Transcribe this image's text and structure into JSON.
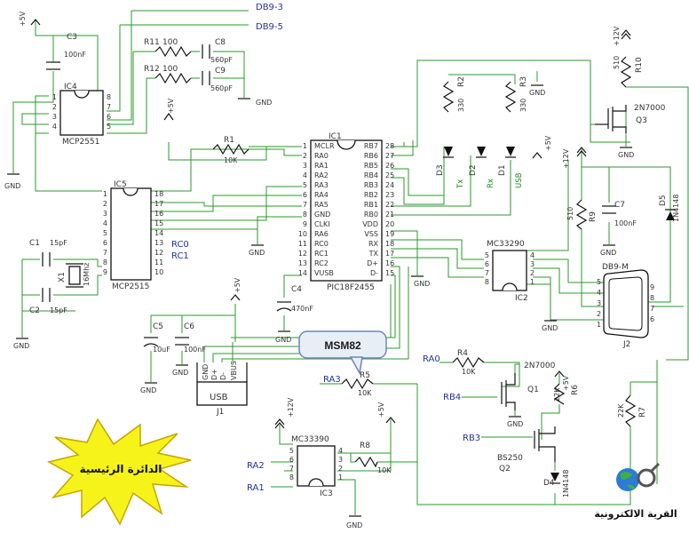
{
  "title_star": "الدائرة الرئيسية",
  "callout": "MSM82",
  "logo_text": "القرية الالكترونية",
  "nets": {
    "db9_3": "DB9-3",
    "db9_5": "DB9-5",
    "rc0": "RC0",
    "rc1": "RC1",
    "ra0": "RA0",
    "ra3": "RA3",
    "rb4": "RB4",
    "rb3": "RB3",
    "ra2": "RA2",
    "ra1": "RA1"
  },
  "power": {
    "p5": "+5V",
    "p12": "+12V",
    "gnd": "GND"
  },
  "ics": {
    "ic1": {
      "ref": "IC1",
      "part": "PIC18F2455",
      "left": [
        "MCLR",
        "RA0",
        "RA1",
        "RA2",
        "RA3",
        "RA4",
        "RA5",
        "GND",
        "CLKI",
        "RA6",
        "RC0",
        "RC1",
        "RC2",
        "VUSB"
      ],
      "right": [
        "RB7",
        "RB6",
        "RB5",
        "RB4",
        "RB3",
        "RB2",
        "RB1",
        "RB0",
        "VDD",
        "VSS",
        "RX",
        "TX",
        "D+",
        "D-"
      ],
      "lnum": [
        "1",
        "2",
        "3",
        "4",
        "5",
        "6",
        "7",
        "8",
        "9",
        "10",
        "11",
        "12",
        "13",
        "14"
      ],
      "rnum": [
        "28",
        "27",
        "26",
        "25",
        "24",
        "23",
        "22",
        "21",
        "20",
        "19",
        "18",
        "17",
        "16",
        "15"
      ]
    },
    "ic2": {
      "ref": "IC2",
      "part": "MC33290",
      "lnum": [
        "5",
        "6",
        "7",
        "8"
      ],
      "rnum": [
        "4",
        "3",
        "2",
        "1"
      ]
    },
    "ic3": {
      "ref": "IC3",
      "part": "MC33390",
      "lnum": [
        "5",
        "6",
        "7",
        "8"
      ],
      "rnum": [
        "4",
        "3",
        "2",
        "1"
      ]
    },
    "ic4": {
      "ref": "IC4",
      "part": "MCP2551",
      "lnum": [
        "1",
        "2",
        "3",
        "4"
      ],
      "rnum": [
        "8",
        "7",
        "6",
        "5"
      ]
    },
    "ic5": {
      "ref": "IC5",
      "part": "MCP2515",
      "lnum": [
        "1",
        "2",
        "3",
        "4",
        "5",
        "6",
        "7",
        "8",
        "9"
      ],
      "rnum": [
        "18",
        "17",
        "16",
        "15",
        "14",
        "13",
        "12",
        "11",
        "10"
      ]
    }
  },
  "parts": {
    "c3": {
      "ref": "C3",
      "val": "100nF"
    },
    "r11": {
      "ref": "R11",
      "val": "100"
    },
    "c8": {
      "ref": "C8",
      "val": "560pF"
    },
    "r12": {
      "ref": "R12",
      "val": "100"
    },
    "c9": {
      "ref": "C9",
      "val": "560pF"
    },
    "r1": {
      "ref": "R1",
      "val": "10K"
    },
    "r2": {
      "ref": "R2",
      "val": "330"
    },
    "r3": {
      "ref": "R3",
      "val": "330"
    },
    "r10": {
      "ref": "R10",
      "val": "510"
    },
    "q3": {
      "ref": "Q3",
      "val": "2N7000"
    },
    "d1": {
      "ref": "D1",
      "val": "USB"
    },
    "d2": {
      "ref": "D2",
      "val": "Rx"
    },
    "d3": {
      "ref": "D3",
      "val": "Tx"
    },
    "r9": {
      "ref": "R9",
      "val": "510"
    },
    "c7": {
      "ref": "C7",
      "val": "100nF"
    },
    "d5": {
      "ref": "D5",
      "val": "1N4148"
    },
    "c1": {
      "ref": "C1",
      "val": "15pF"
    },
    "c2": {
      "ref": "C2",
      "val": "15pF"
    },
    "x1": {
      "ref": "X1",
      "val": "16Mhz"
    },
    "c4": {
      "ref": "C4",
      "val": "470nF"
    },
    "c5": {
      "ref": "C5",
      "val": "10uF"
    },
    "c6": {
      "ref": "C6",
      "val": "100nF"
    },
    "j1": {
      "ref": "J1",
      "val": "USB"
    },
    "j2": {
      "ref": "J2",
      "val": "DB9-M"
    },
    "r4": {
      "ref": "R4",
      "val": "10K"
    },
    "q1": {
      "ref": "Q1",
      "val": "2N7000"
    },
    "r5": {
      "ref": "R5",
      "val": "10K"
    },
    "r6": {
      "ref": "R6",
      "val": "22K"
    },
    "r7": {
      "ref": "R7",
      "val": "22K"
    },
    "r8": {
      "ref": "R8",
      "val": "10K"
    },
    "q2": {
      "ref": "Q2",
      "val": "BS250"
    },
    "d4": {
      "ref": "D4",
      "val": "1N4148"
    }
  },
  "usb_pins": [
    "GND",
    "D+",
    "D-",
    "VBUS"
  ],
  "db9_pins": [
    "5",
    "4",
    "3",
    "2",
    "1",
    "9",
    "8",
    "7",
    "6"
  ]
}
